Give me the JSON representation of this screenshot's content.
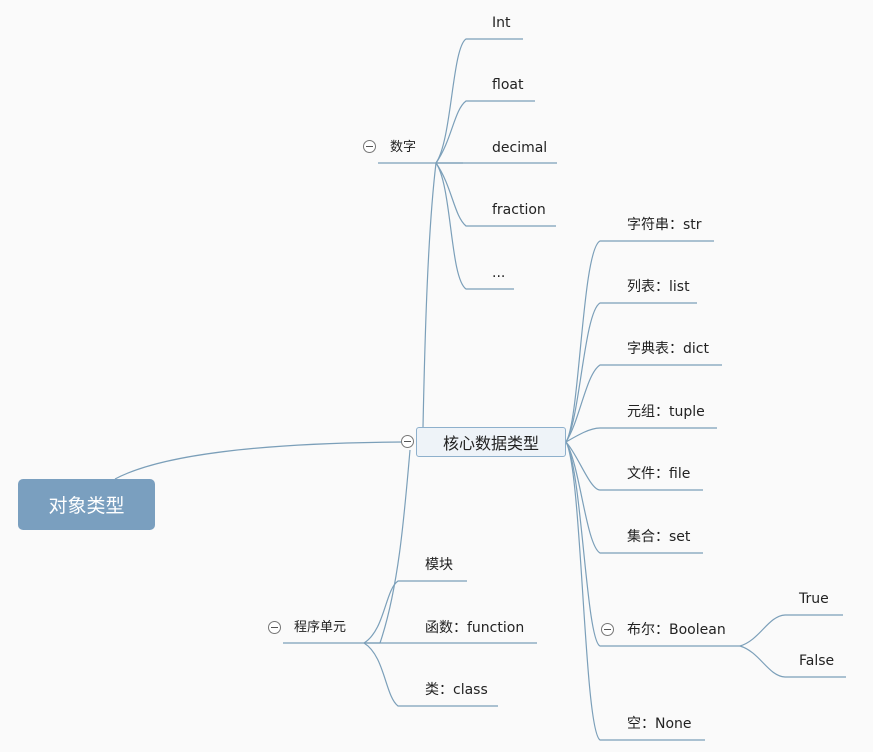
{
  "root": {
    "label": "对象类型"
  },
  "central": {
    "label": "核心数据类型"
  },
  "numbers": {
    "label": "数字",
    "children": [
      "Int",
      "float",
      "decimal",
      "fraction",
      "..."
    ]
  },
  "core_types": [
    "字符串：str",
    "列表：list",
    "字典表：dict",
    "元组：tuple",
    "文件：file",
    "集合：set"
  ],
  "boolean": {
    "label": "布尔：Boolean",
    "children": [
      "True",
      "False"
    ]
  },
  "none_type": "空：None",
  "program_units": {
    "label": "程序单元",
    "children": [
      "模块",
      "函数：function",
      "类：class"
    ]
  },
  "colors": {
    "line": "#7b9fb9",
    "root_fill": "#7a9fbf",
    "central_fill": "#eef3f8",
    "central_border": "#8eb0cc"
  }
}
